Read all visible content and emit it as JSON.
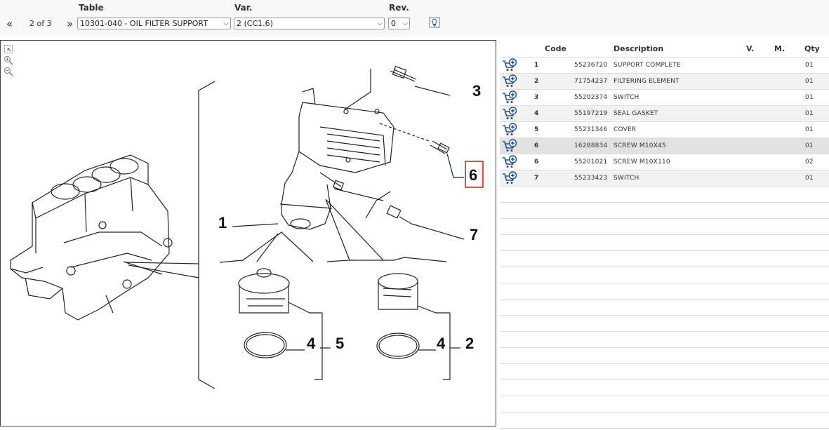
{
  "toolbar": {
    "table_label": "Table",
    "var_label": "Var.",
    "rev_label": "Rev.",
    "prev_icon": "«",
    "next_icon": "»",
    "page_indicator": "2 of 3",
    "table_value": "10301-040 - OIL FILTER SUPPORT",
    "var_value": "2 (CC1.6)",
    "rev_value": "0"
  },
  "drawing": {
    "callouts": [
      "3",
      "6",
      "1",
      "7",
      "4",
      "5",
      "4",
      "2"
    ],
    "highlighted_callout": "6"
  },
  "parts_table": {
    "headers": {
      "code": "Code",
      "description": "Description",
      "v": "V.",
      "m": "M.",
      "qty": "Qty"
    },
    "rows": [
      {
        "num": "1",
        "code": "55236720",
        "description": "SUPPORT COMPLETE",
        "qty": "01"
      },
      {
        "num": "2",
        "code": "71754237",
        "description": "FILTERING ELEMENT",
        "qty": "01"
      },
      {
        "num": "3",
        "code": "55202374",
        "description": "SWITCH",
        "qty": "01"
      },
      {
        "num": "4",
        "code": "55197219",
        "description": "SEAL GASKET",
        "qty": "01"
      },
      {
        "num": "5",
        "code": "55231346",
        "description": "COVER",
        "qty": "01"
      },
      {
        "num": "6",
        "code": "16288834",
        "description": "SCREW M10X45",
        "qty": "01"
      },
      {
        "num": "6",
        "code": "55201021",
        "description": "SCREW M10X110",
        "qty": "02"
      },
      {
        "num": "7",
        "code": "55233423",
        "description": "SWITCH",
        "qty": "01"
      }
    ],
    "selected_row_index": 5
  },
  "icons": {
    "cart": "add-to-cart-icon",
    "bulb": "lightbulb-icon",
    "zoom_in": "zoom-in-icon",
    "zoom_out": "zoom-out-icon",
    "zoom_area": "zoom-area-icon"
  },
  "colors": {
    "highlight": "#cc2222",
    "cart_blue": "#1f4e8c"
  }
}
